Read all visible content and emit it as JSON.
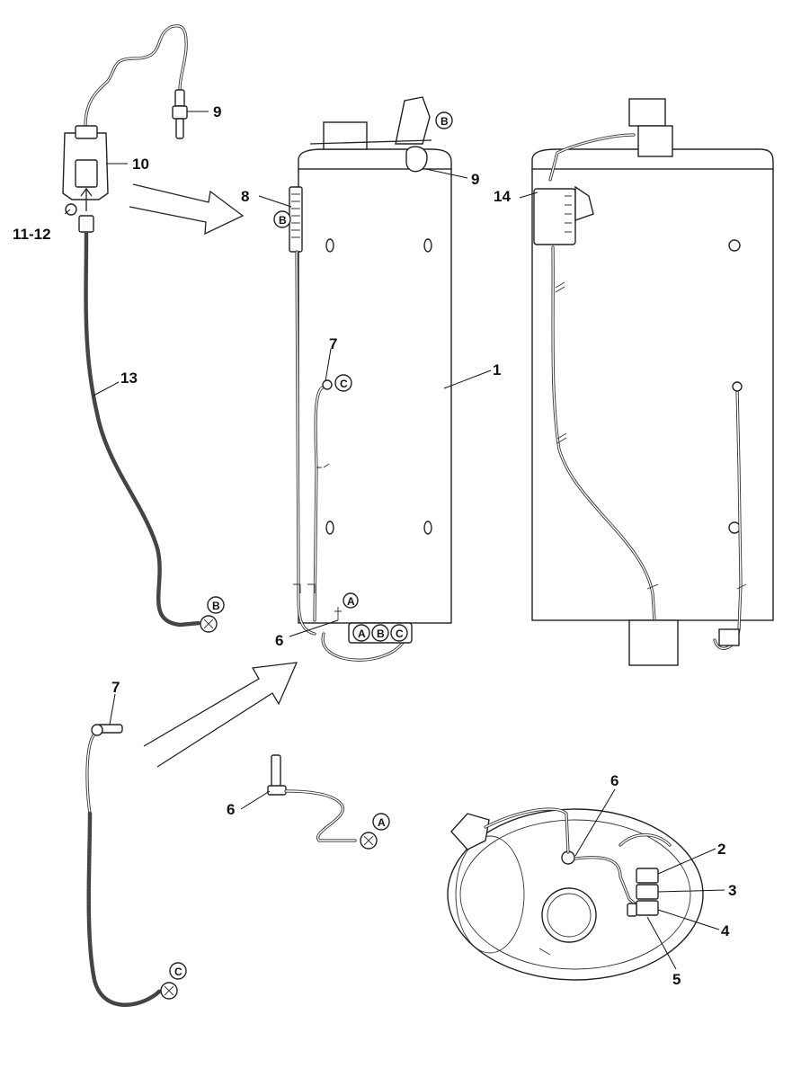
{
  "callouts": {
    "c1": "1",
    "c2": "2",
    "c3": "3",
    "c4": "4",
    "c5": "5",
    "c6_top": "6",
    "c6_mid": "6",
    "c6_bottom": "6",
    "c7_top": "7",
    "c7_left": "7",
    "c8": "8",
    "c9_left": "9",
    "c9_right": "9",
    "c10": "10",
    "c11_12": "11-12",
    "c13": "13",
    "c14": "14"
  },
  "refs": {
    "a": "A",
    "b": "B",
    "c": "C"
  }
}
